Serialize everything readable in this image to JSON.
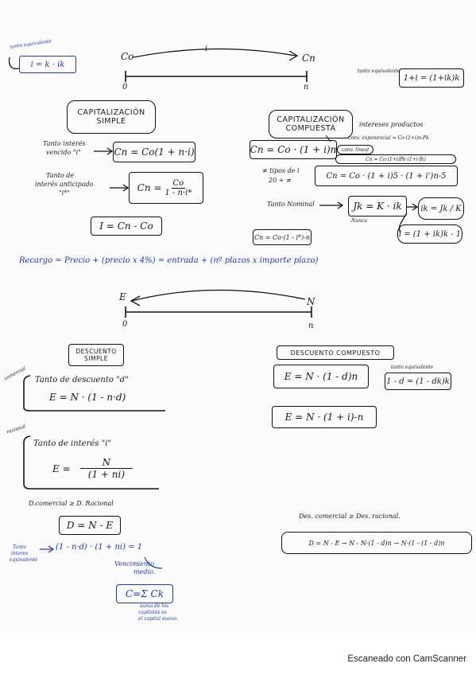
{
  "top": {
    "tanto_equivalente_label": "tanto equivalente",
    "formula_i_k": "i = k · ik",
    "c0": "Co",
    "cn": "Cn",
    "arc_i": "i",
    "t0": "0",
    "tn": "n",
    "right_label": "tanto equivalente",
    "right_formula": "1+i = (1+ik)k"
  },
  "cap_simple": {
    "title_1": "CAPITALIZACIÓN",
    "title_2": "SIMPLE",
    "vencido_label_1": "Tanto interés",
    "vencido_label_2": "vencido \"i\"",
    "vencido_formula": "Cn = Co(1 + n·i)",
    "anticipado_label_1": "Tanto de",
    "anticipado_label_2": "interés anticipado",
    "anticipado_label_3": "\"i*\"",
    "anticipado_lhs": "Cn =",
    "anticipado_num": "Co",
    "anticipado_den": "1 - n·i*",
    "interes_formula": "I = Cn - Co"
  },
  "cap_compuesta": {
    "title_1": "CAPITALIZACIÓN",
    "title_2": "COMPUESTA",
    "intereses_label": "intereses productos",
    "main_formula": "Cn = Co · (1 + i)n",
    "conv_exponencial": "conv. exponencial = Co·(1+i)n-Pk",
    "conv_lineal": "conv. lineal",
    "conv_mix": "Cn = Co·(1+i)Pk·(1+i·fk)",
    "tipos_label": "≠ tipos de i",
    "tipos_label_2": "20 + ≠",
    "tipos_formula": "Cn = Co · (1 + i)5 · (1 + i')n-5",
    "nominal_label": "Tanto Nominal",
    "nominal_formula": "Jk = K · ik",
    "nunca_label": "Nunca",
    "ik_formula": "ik = Jk / K",
    "i_formula": "i = (1 + ik)k - 1",
    "anticipada_formula": "Cn = Co·(1 - i*)-n"
  },
  "recargo": {
    "text": "Recargo = Precio + (precio x 4%) = entrada + (nº plazos x importe plazo)"
  },
  "middle": {
    "e_label": "E",
    "n_label": "N",
    "t0": "0",
    "tn": "n"
  },
  "desc_simple": {
    "title_1": "DESCUENTO",
    "title_2": "SIMPLE",
    "comercial_tag": "comercial",
    "comercial_label": "Tanto de descuento \"d\"",
    "comercial_formula": "E = N · (1 - n·d)",
    "racional_tag": "racional",
    "racional_label": "Tanto de interés \"i\"",
    "racional_lhs": "E =",
    "racional_num": "N",
    "racional_den": "(1 + ni)",
    "compare_label": "D.comercial ≥ D. Racional",
    "d_formula": "D = N - E",
    "equiv_label_1": "Tanto",
    "equiv_label_2": "interes",
    "equiv_label_3": "equivalente",
    "equiv_formula": "(1 - n·d) · (1 + ni) = 1",
    "vencimiento_1": "Vencimiento",
    "vencimiento_2": "medio.",
    "c_formula": "C=Σ Ck",
    "suma_1": "suma de los",
    "suma_2": "capitales es",
    "suma_3": "el capital nuevo."
  },
  "desc_compuesto": {
    "title": "DESCUENTO COMPUESTO",
    "formula_1": "E = N · (1 - d)n",
    "equiv_label": "tanto equivalente",
    "equiv_formula": "1 - d = (1 - dk)k",
    "formula_2": "E = N · (1 + i)-n",
    "compare_label": "Des. comercial ≥ Des. racional.",
    "d_formula": "D = N - E → N - N·(1 - d)n → N·(1 - (1 - d)n"
  },
  "footer": {
    "scanner": "Escaneado con CamScanner"
  }
}
